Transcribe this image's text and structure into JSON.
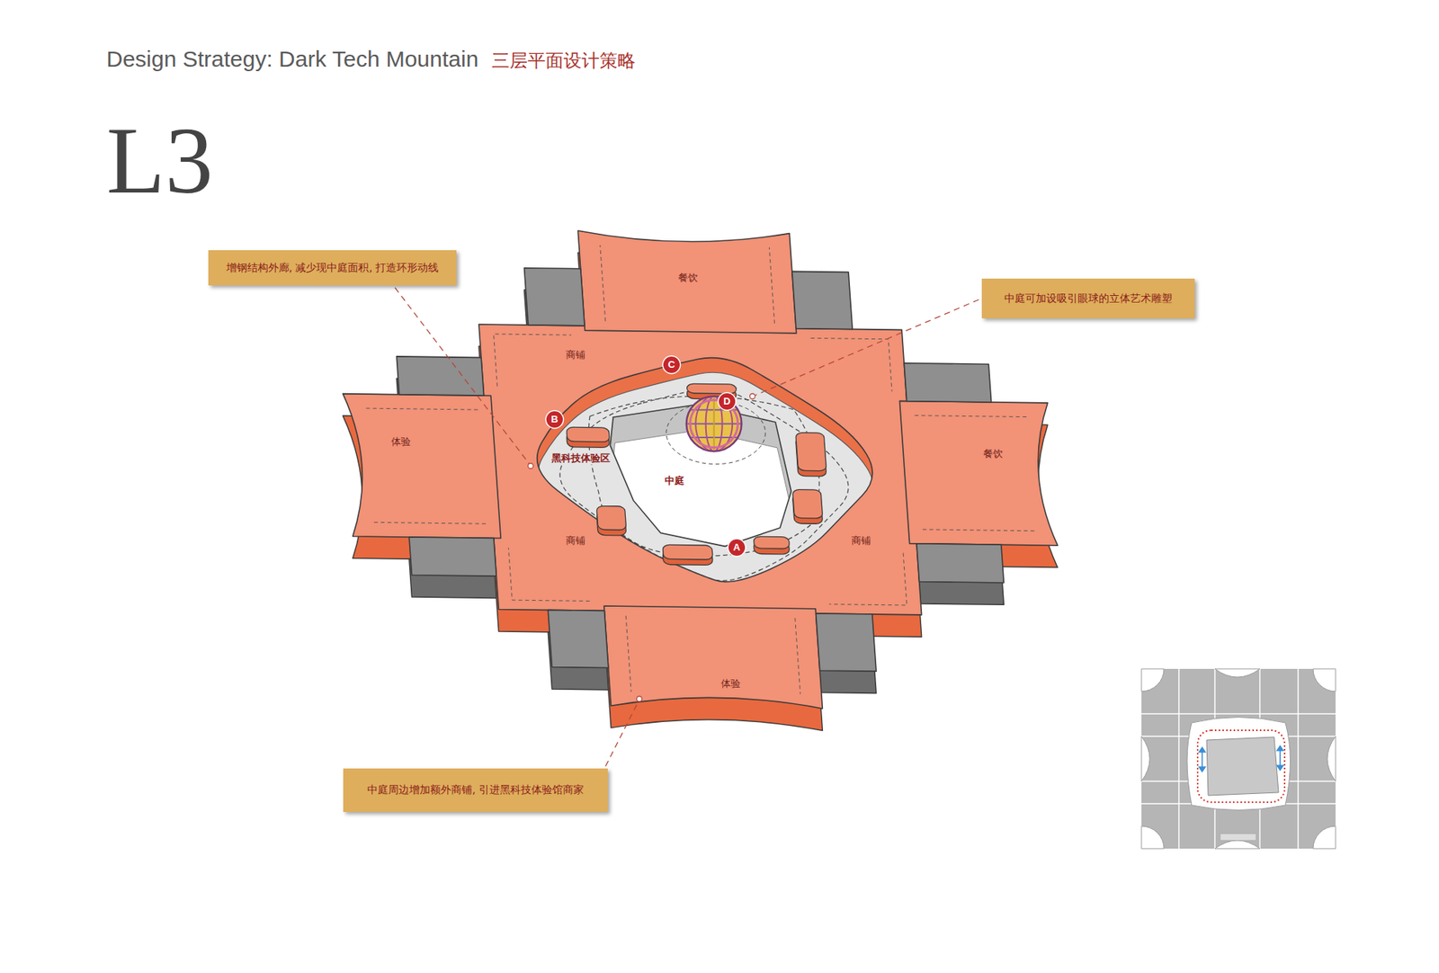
{
  "diagram": {
    "title": "Design Strategy: Dark Tech Mountain",
    "nodes": [
      {
        "text": [
          "增钢结构外廊, 减少现中庭面积, 打造环形动线"
        ]
      },
      {
        "text": [
          "中庭可加设吸引眼球的立体艺术雕塑"
        ]
      },
      {
        "text": [
          "中庭周边增加额外商铺, 引进黑科技体验馆商家"
        ]
      }
    ],
    "labels": [
      "三层平面设计策略",
      "L3",
      "餐饮",
      "商铺",
      "C",
      "D",
      "B",
      "体验",
      "黑科技体验区",
      "餐饮",
      "中庭",
      "A",
      "商铺",
      "商铺",
      "体验"
    ]
  }
}
